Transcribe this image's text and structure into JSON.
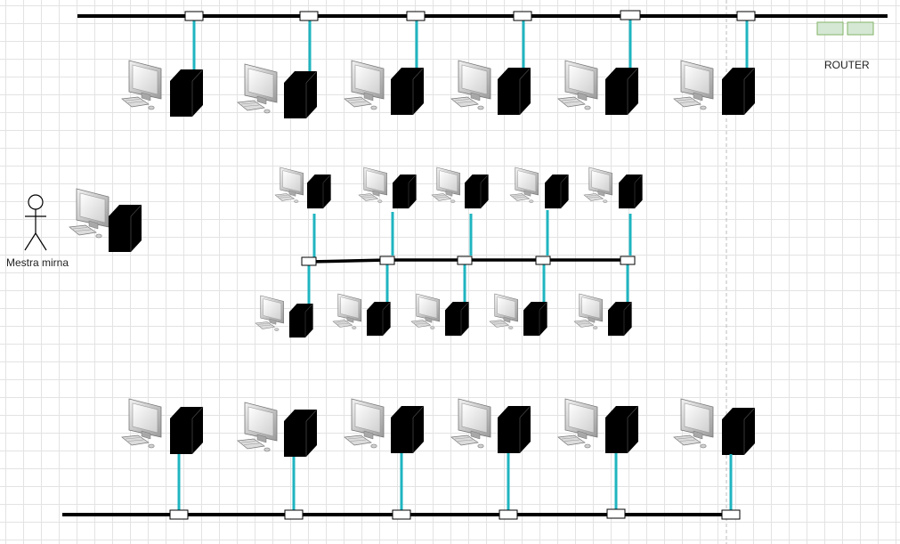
{
  "router": {
    "label": "ROUTER",
    "fill_color": "#d5e8d4",
    "stroke_color": "#82b366"
  },
  "person": {
    "label": "Mestra mirna"
  },
  "colors": {
    "bus": "#000000",
    "link": "#1fb5c0",
    "connector_fill": "#ffffff",
    "tower": "#000000",
    "guide": "#bbbbbb"
  },
  "icons": {
    "workstation": "desktop-computer-icon",
    "tower": "server-tower-icon",
    "person": "stick-figure-icon"
  },
  "networks": {
    "top_bus_stations": 6,
    "middle_bus_stations_above": 5,
    "middle_bus_stations_below": 5,
    "bottom_bus_stations": 6
  }
}
